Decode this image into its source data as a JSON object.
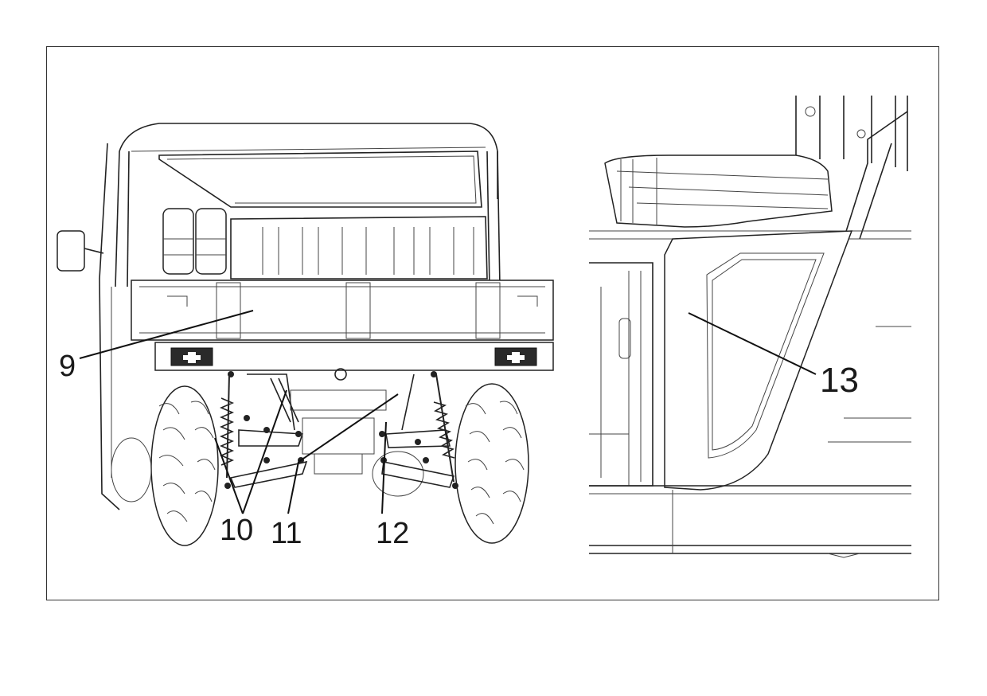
{
  "callouts": {
    "c9": "9",
    "c10": "10",
    "c11": "11",
    "c12": "12",
    "c13": "13"
  },
  "colors": {
    "line": "#222222",
    "background": "#ffffff"
  }
}
